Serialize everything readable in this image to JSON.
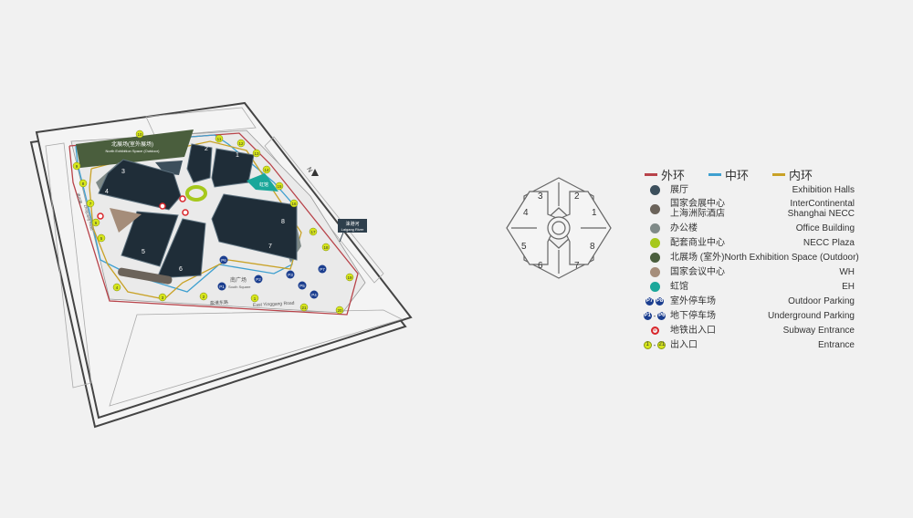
{
  "map": {
    "north_exhibition_cn": "北展场(室外展场)",
    "north_exhibition_en": "North Exhibition Space (Outdoor)",
    "south_square_cn": "南广场",
    "south_square_en": "South Square",
    "road_south_cn": "盈港东路",
    "road_south_en": "East Yinggang Road",
    "road_west_cn": "诸光路",
    "road_west_en": "Zhuguang Road",
    "river_cn": "涞港河",
    "river_en": "Laigang River",
    "compass": "N",
    "eh_label": "虹馆",
    "halls": [
      "1",
      "2",
      "3",
      "4",
      "5",
      "6",
      "7",
      "8"
    ],
    "entrances": [
      "1",
      "2",
      "3",
      "4",
      "5",
      "6",
      "7",
      "8",
      "9",
      "10",
      "11",
      "12",
      "13",
      "14",
      "15",
      "16",
      "17",
      "18",
      "19",
      "20",
      "21"
    ],
    "parking": [
      "P1",
      "P2",
      "P3",
      "P4",
      "P5",
      "P6",
      "P7"
    ]
  },
  "key_diagram": {
    "halls": [
      "1",
      "2",
      "3",
      "4",
      "5",
      "6",
      "7",
      "8"
    ]
  },
  "legend": {
    "rings": [
      {
        "label": "外环",
        "color": "#b8434a"
      },
      {
        "label": "中环",
        "color": "#3fa0d0"
      },
      {
        "label": "内环",
        "color": "#c9a227"
      }
    ],
    "items": [
      {
        "cn": "展厅",
        "en": "Exhibition Halls",
        "color": "#3c4f5c"
      },
      {
        "cn": "国家会展中心\n上海洲际酒店",
        "en": "InterContinental\nShanghai NECC",
        "color": "#6b635a"
      },
      {
        "cn": "办公楼",
        "en": "Office Building",
        "color": "#7f8a88"
      },
      {
        "cn": "配套商业中心",
        "en": "NECC Plaza",
        "color": "#a6c81c"
      },
      {
        "cn": "北展场 (室外)",
        "en": "North Exhibition Space (Outdoor)",
        "color": "#4a5e3d"
      },
      {
        "cn": "国家会议中心",
        "en": "WH",
        "color": "#a58d7a"
      },
      {
        "cn": "虹馆",
        "en": "EH",
        "color": "#1aa79a"
      }
    ],
    "outdoor_parking": {
      "cn": "室外停车场",
      "en": "Outdoor Parking",
      "icons": [
        "P7",
        "P8"
      ]
    },
    "underground_parking": {
      "cn": "地下停车场",
      "en": "Underground Parking",
      "icons": [
        "P1",
        "P6"
      ],
      "sep": "-"
    },
    "subway": {
      "cn": "地铁出入口",
      "en": "Subway Entrance"
    },
    "entrance": {
      "cn": "出入口",
      "en": "Entrance",
      "from": "1",
      "to": "21",
      "sep": "-"
    }
  }
}
